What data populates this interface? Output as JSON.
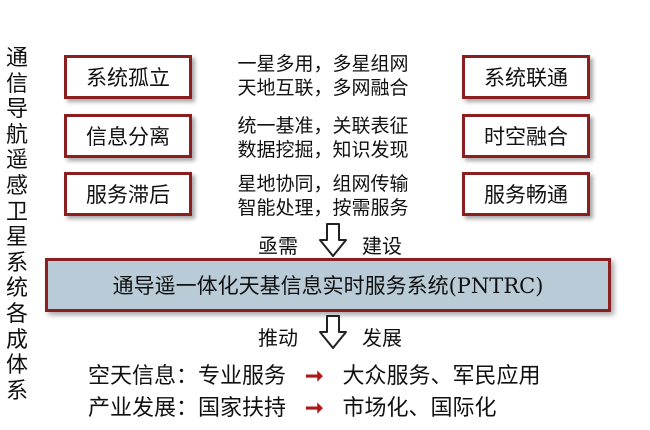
{
  "left_vertical_label": "通信导航遥感卫星系统各成体系",
  "problems": [
    "系统孤立",
    "信息分离",
    "服务滞后"
  ],
  "approaches": [
    [
      "一星多用，多星组网",
      "天地互联，多网融合"
    ],
    [
      "统一基准，关联表征",
      "数据挖掘，知识发现"
    ],
    [
      "星地协同，组网传输",
      "智能处理，按需服务"
    ]
  ],
  "outcomes": [
    "系统联通",
    "时空融合",
    "服务畅通"
  ],
  "flow_top": {
    "left": "亟需",
    "right": "建设"
  },
  "core_system": "通导遥一体化天基信息实时服务系统(PNTRC)",
  "flow_bottom": {
    "left": "推动",
    "right": "发展"
  },
  "impacts": [
    {
      "from": "空天信息：专业服务",
      "to": "大众服务、军民应用"
    },
    {
      "from": "产业发展：国家扶持",
      "to": "市场化、国际化"
    }
  ],
  "arrow_glyph": "➞",
  "colors": {
    "border": "#8b1e1e",
    "banner_fill": "#b9cbd6",
    "arrow_red": "#b01818"
  }
}
